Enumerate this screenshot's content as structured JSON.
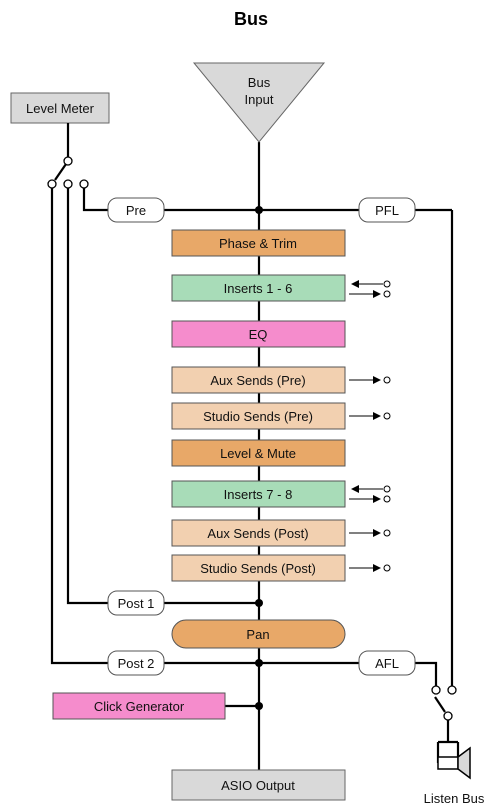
{
  "title": "Bus",
  "input": {
    "line1": "Bus",
    "line2": "Input"
  },
  "level_meter": "Level Meter",
  "pre": "Pre",
  "pfl": "PFL",
  "blocks": {
    "phase_trim": "Phase & Trim",
    "inserts_1_6": "Inserts 1 - 6",
    "eq": "EQ",
    "aux_pre": "Aux Sends (Pre)",
    "studio_pre": "Studio Sends (Pre)",
    "level_mute": "Level & Mute",
    "inserts_7_8": "Inserts 7 - 8",
    "aux_post": "Aux Sends (Post)",
    "studio_post": "Studio Sends (Post)"
  },
  "post1": "Post 1",
  "pan": "Pan",
  "post2": "Post 2",
  "afl": "AFL",
  "click_generator": "Click Generator",
  "asio_output": "ASIO Output",
  "listen_bus": "Listen Bus",
  "colors": {
    "dark_orange": "#e8a868",
    "green": "#a8dcb8",
    "pink": "#f58ccc",
    "light_orange": "#f2d0b0",
    "gray": "#d9d9d9",
    "wire": "#000000"
  }
}
